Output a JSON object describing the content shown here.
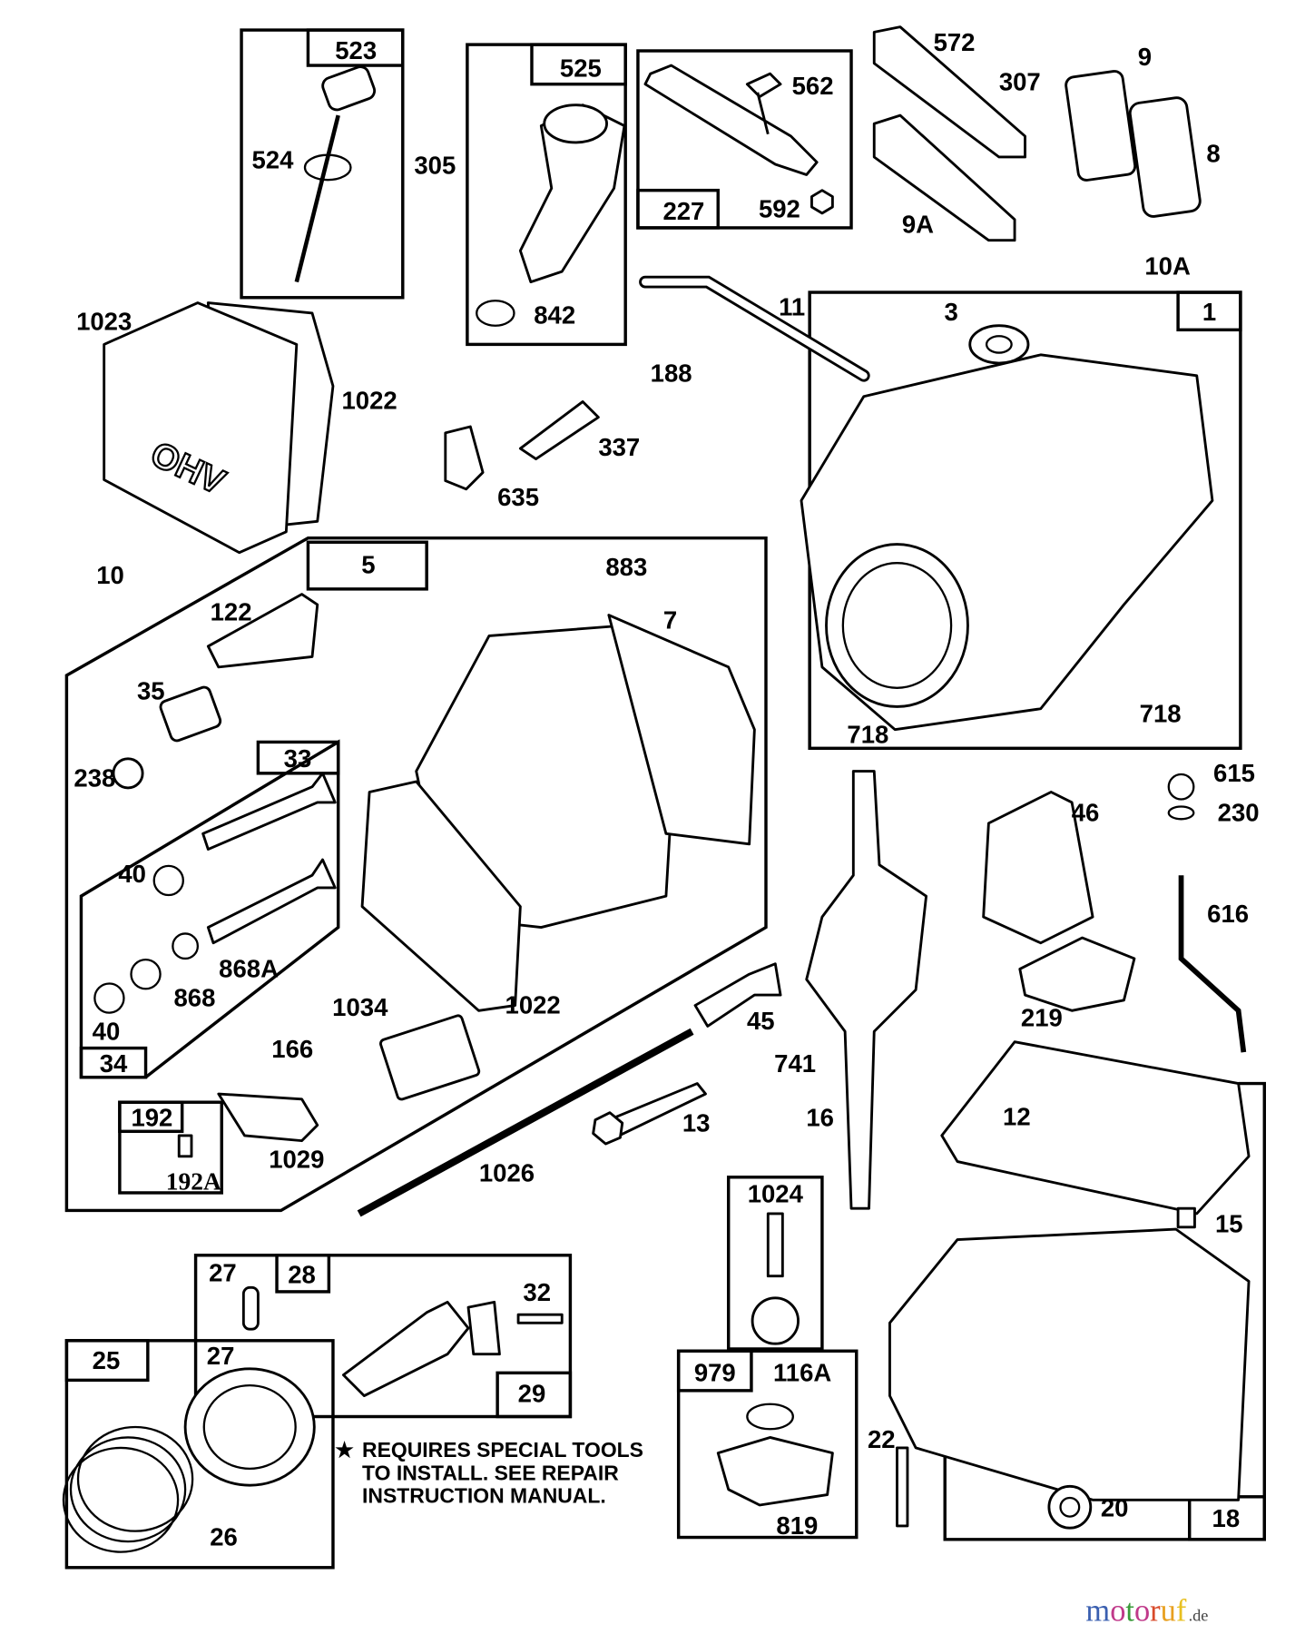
{
  "labels": {
    "p523": "523",
    "p524": "524",
    "p305": "305",
    "p525": "525",
    "p842": "842",
    "p562": "562",
    "p227": "227",
    "p592": "592",
    "p572": "572",
    "p307": "307",
    "p9": "9",
    "p8": "8",
    "p9A": "9A",
    "p10A": "10A",
    "p1023": "1023",
    "p1022a": "1022",
    "p11": "11",
    "p188": "188",
    "p337": "337",
    "p635": "635",
    "p3": "3",
    "p1": "1",
    "p883": "883",
    "p7": "7",
    "p5": "5",
    "p10": "10",
    "p122": "122",
    "p35": "35",
    "p238": "238",
    "p33": "33",
    "p40a": "40",
    "p868A": "868A",
    "p868": "868",
    "p40b": "40",
    "p34": "34",
    "p1034": "1034",
    "p1022b": "1022",
    "p166": "166",
    "p192": "192",
    "p192A": "192A",
    "p1029": "1029",
    "p1026": "1026",
    "p13": "13",
    "p45": "45",
    "p741": "741",
    "p16": "16",
    "p718a": "718",
    "p718b": "718",
    "p615": "615",
    "p230": "230",
    "p46": "46",
    "p616": "616",
    "p219": "219",
    "p12": "12",
    "p15": "15",
    "p1024": "1024",
    "p979": "979",
    "p116A": "116A",
    "p819": "819",
    "p22": "22",
    "p20": "20",
    "p18": "18",
    "p27a": "27",
    "p28": "28",
    "p32": "32",
    "p29": "29",
    "p25": "25",
    "p27b": "27",
    "p26": "26"
  },
  "cover_text": "OHV",
  "note": {
    "star": "★",
    "line1": "REQUIRES SPECIAL TOOLS",
    "line2": "TO INSTALL.  SEE REPAIR",
    "line3": "INSTRUCTION MANUAL."
  },
  "watermark": {
    "brand": "motoruf",
    "suffix": ".de",
    "colors": [
      "#3a5fb0",
      "#c0398a",
      "#3a9a3a",
      "#d84a2a",
      "#e8a020"
    ]
  }
}
